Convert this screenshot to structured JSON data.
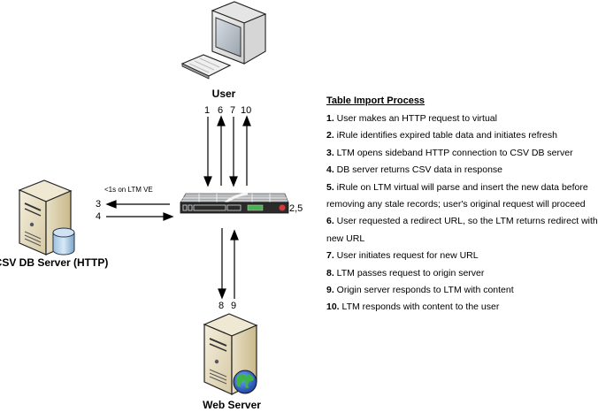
{
  "nodes": {
    "user": {
      "label": "User",
      "icon": "desktop-computer-icon"
    },
    "csv_db_server": {
      "label": "CSV DB Server (HTTP)",
      "icon": "database-server-icon"
    },
    "web_server": {
      "label": "Web Server",
      "icon": "web-server-icon"
    },
    "ltm": {
      "label": "2,5",
      "icon": "ltm-appliance-icon"
    }
  },
  "arrows": {
    "user_ltm": [
      {
        "label": "1",
        "direction": "down"
      },
      {
        "label": "6",
        "direction": "up"
      },
      {
        "label": "7",
        "direction": "down"
      },
      {
        "label": "10",
        "direction": "up"
      }
    ],
    "ltm_csv": [
      {
        "label": "3",
        "direction": "left"
      },
      {
        "label": "4",
        "direction": "right"
      }
    ],
    "ltm_csv_note": "<1s on LTM VE",
    "ltm_web": [
      {
        "label": "8",
        "direction": "down"
      },
      {
        "label": "9",
        "direction": "up"
      }
    ]
  },
  "process": {
    "title": "Table Import Process",
    "steps": [
      {
        "num": "1.",
        "text": " User makes an HTTP request to virtual"
      },
      {
        "num": "2.",
        "text": " iRule identifies expired table data and initiates refresh"
      },
      {
        "num": "3.",
        "text": " LTM opens sideband HTTP connection to CSV DB server"
      },
      {
        "num": "4.",
        "text": " DB server returns CSV data in response"
      },
      {
        "num": "5.",
        "text": " iRule on LTM virtual will parse and insert the new data before",
        "cont": "removing any stale records; user's original request will proceed"
      },
      {
        "num": "6.",
        "text": " User requested a redirect URL, so the LTM returns redirect with",
        "cont": "new URL"
      },
      {
        "num": "7.",
        "text": " User initiates request for new URL"
      },
      {
        "num": "8.",
        "text": " LTM passes request to origin server"
      },
      {
        "num": "9.",
        "text": " Origin server responds to LTM with content"
      },
      {
        "num": "10.",
        "text": " LTM responds with content to the user"
      }
    ]
  }
}
